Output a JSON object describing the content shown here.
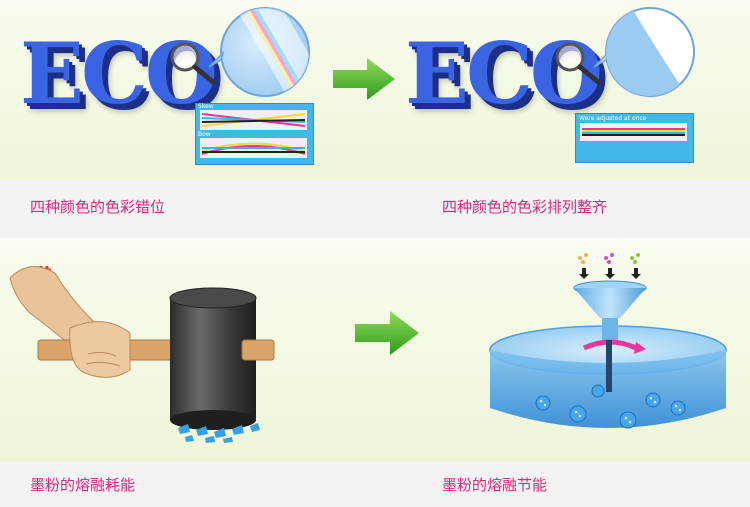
{
  "top_left": {
    "logo_text": "ECO",
    "caption": "四种颜色的色彩错位",
    "sample_labels": [
      "Skew",
      "Bow"
    ]
  },
  "top_right": {
    "logo_text": "ECO",
    "caption": "四种颜色的色彩排列整齐",
    "sample_label": "Were adjusted at once"
  },
  "bottom_left": {
    "caption": "墨粉的熔融耗能"
  },
  "bottom_right": {
    "caption": "墨粉的熔融节能"
  },
  "colors": {
    "caption": "#d62b7c",
    "eco_blue": "#3b64e2",
    "arrow_green": "#3fae2a",
    "sample_blue": "#41b8e9"
  }
}
